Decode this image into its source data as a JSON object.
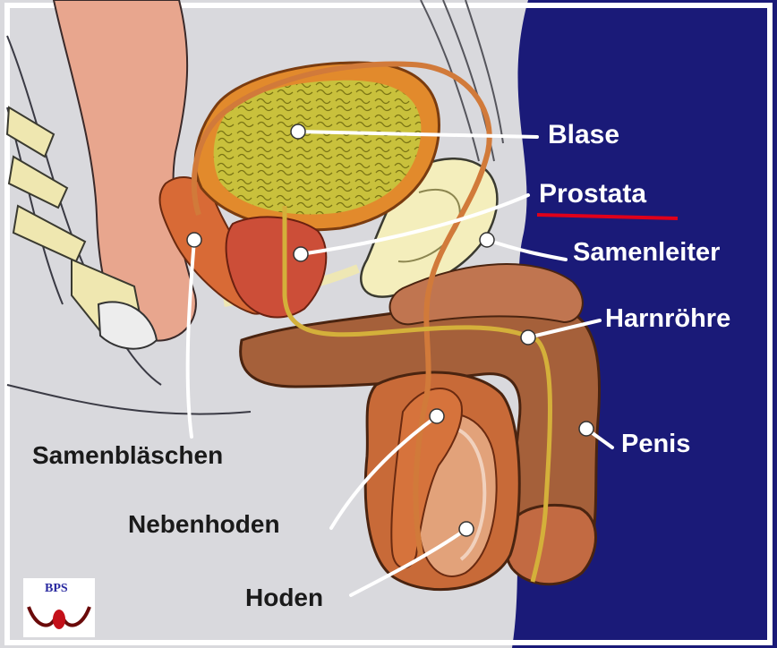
{
  "figure": {
    "background_light": "#d9d9dd",
    "background_dark": "#1a1a78",
    "label_color_light": "#1a1a1a",
    "label_color_dark": "#ffffff",
    "highlight_underline_color": "#e0001a"
  },
  "labels": {
    "blase": "Blase",
    "prostata": "Prostata",
    "samenleiter": "Samenleiter",
    "harnroehre": "Harnröhre",
    "penis": "Penis",
    "samenblaeschen": "Samenbläschen",
    "nebenhoden": "Nebenhoden",
    "hoden": "Hoden"
  },
  "logo": {
    "text": "BPS"
  }
}
